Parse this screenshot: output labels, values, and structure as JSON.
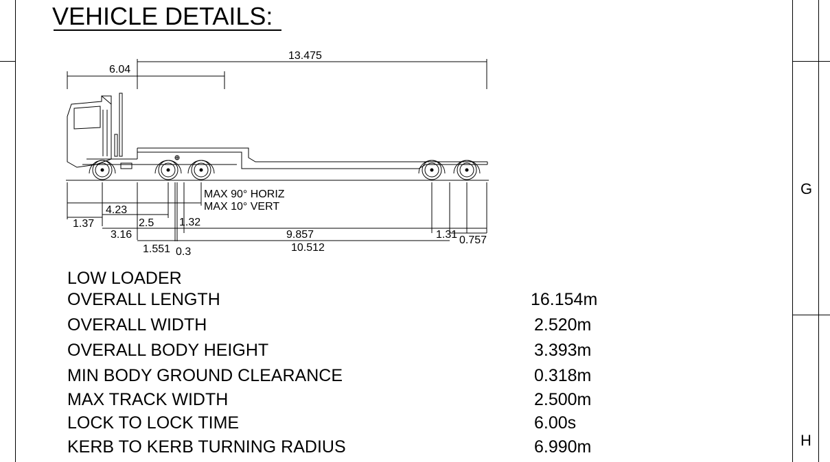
{
  "title": "VEHICLE DETAILS:",
  "grid_refs": [
    "G",
    "H"
  ],
  "dimensions": {
    "overall": "13.475",
    "front": "6.04",
    "articulation_horiz": "MAX 90° HORIZ",
    "articulation_vert": "MAX 10° VERT",
    "d_4_23": "4.23",
    "d_1_37": "1.37",
    "d_3_16": "3.16",
    "d_2_5": "2.5",
    "d_1_32": "1.32",
    "d_1_551": "1.551",
    "d_0_3": "0.3",
    "d_9_857": "9.857",
    "d_10_512": "10.512",
    "d_1_31": "1.31",
    "d_0_757": "0.757"
  },
  "vehicle_type": "LOW LOADER",
  "specs": [
    {
      "label": "OVERALL LENGTH",
      "value": "16.154m"
    },
    {
      "label": "OVERALL WIDTH",
      "value": "2.520m"
    },
    {
      "label": "OVERALL BODY HEIGHT",
      "value": "3.393m"
    },
    {
      "label": "MIN BODY GROUND CLEARANCE",
      "value": "0.318m"
    },
    {
      "label": "MAX TRACK WIDTH",
      "value": "2.500m"
    },
    {
      "label": "LOCK TO LOCK TIME",
      "value": "6.00s"
    },
    {
      "label": "KERB TO KERB TURNING RADIUS",
      "value": "6.990m"
    }
  ]
}
